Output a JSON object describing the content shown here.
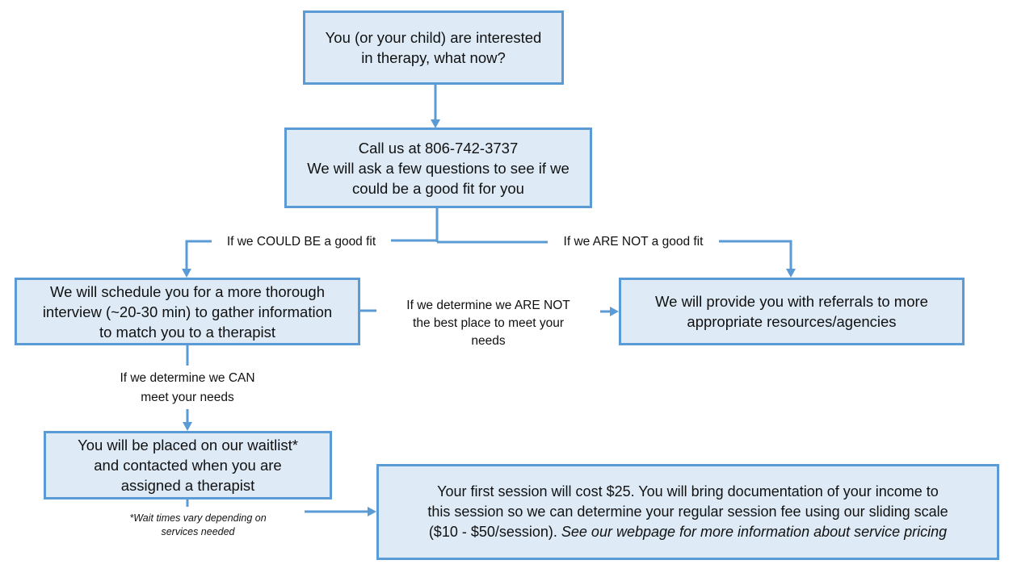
{
  "nodes": {
    "start": {
      "line1": "You (or your child) are interested",
      "line2": "in therapy, what now?"
    },
    "call": {
      "line1": "Call us at 806-742-3737",
      "line2": "We will ask a few questions to see if we",
      "line3": "could be a good fit for you"
    },
    "interview": {
      "line1": "We will schedule you for a more thorough",
      "line2": "interview (~20-30 min) to gather information",
      "line3": "to match you to a therapist"
    },
    "referrals": {
      "line1": "We will provide you with referrals to more",
      "line2": "appropriate resources/agencies"
    },
    "waitlist": {
      "line1": "You will be placed on our waitlist*",
      "line2": "and contacted when you are",
      "line3": "assigned a therapist"
    },
    "first_session": {
      "line1": "Your first session will cost $25. You will bring documentation of your income to",
      "line2": "this session so we can determine your regular session fee using our sliding scale",
      "line3_plain": "($10 - $50/session). ",
      "line3_italic": "See our webpage for more information about service pricing"
    }
  },
  "edge_labels": {
    "could_be_good_fit": "If we COULD BE a good fit",
    "not_good_fit": "If we ARE NOT a good fit",
    "not_best_place": {
      "line1": "If we determine we ARE NOT",
      "line2": "the best place to meet your",
      "line3": "needs"
    },
    "can_meet_needs": {
      "line1": "If we determine we CAN",
      "line2": "meet your needs"
    }
  },
  "footnote": {
    "line1": "*Wait times vary depending on",
    "line2": "services needed"
  },
  "colors": {
    "box_fill": "#deebf7",
    "box_border": "#5b9bd5",
    "connector": "#5b9bd5"
  }
}
